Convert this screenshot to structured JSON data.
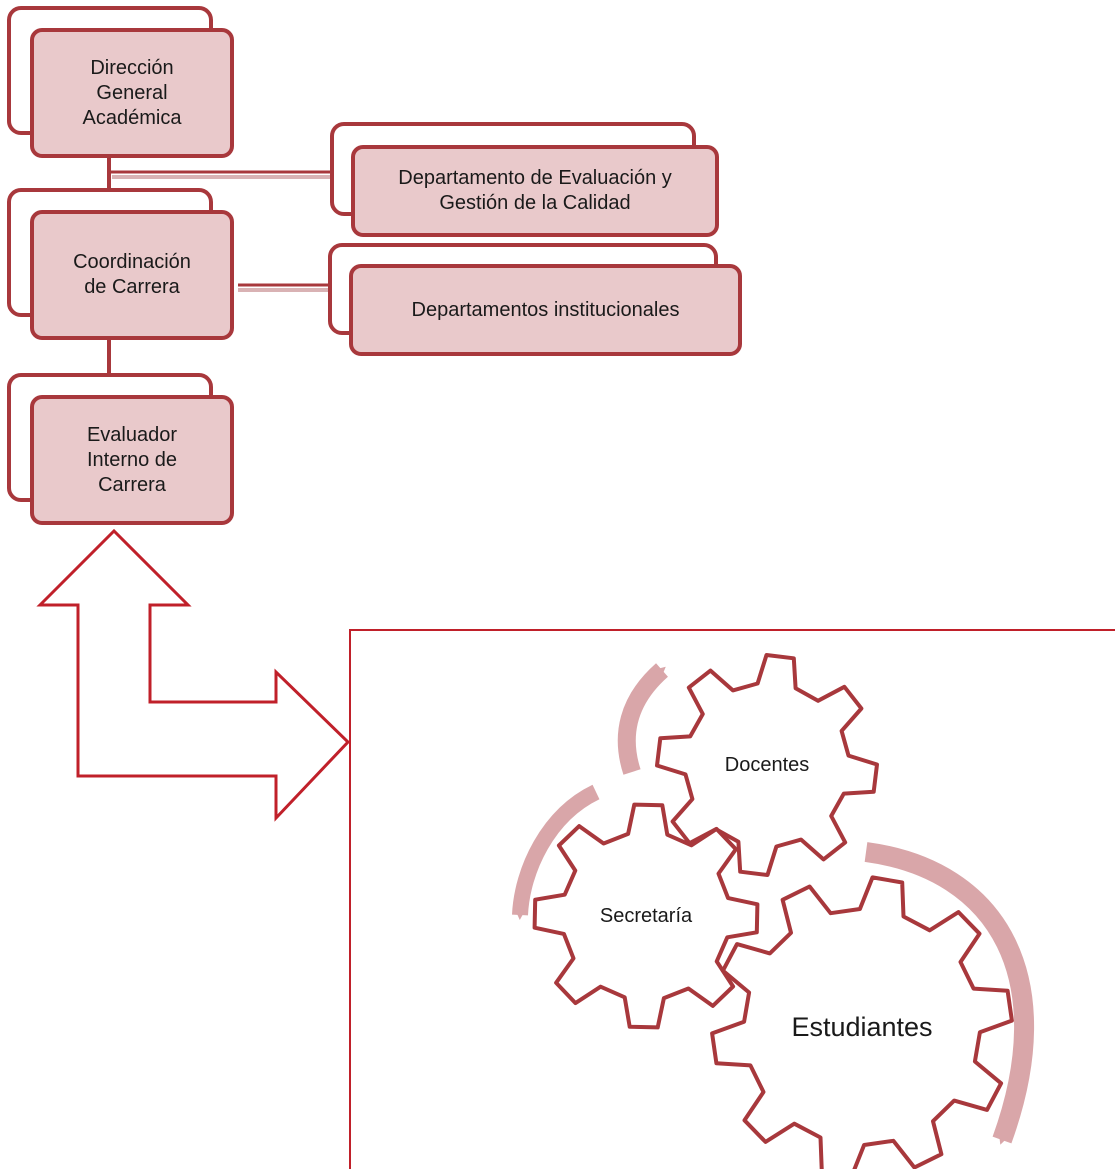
{
  "colors": {
    "box_fill": "#e9c9cb",
    "box_border": "#a8383c",
    "connector": "#a8383c",
    "connector_shadow": "#d9b2b4",
    "frame": "#c0202a",
    "arrow": "#c0202a",
    "gear_border": "#a8383c",
    "cycle_arrow": "#d9a6a9"
  },
  "hierarchy": {
    "direccion": "Dirección\nGeneral\nAcadémica",
    "coordinacion": "Coordinación\nde Carrera",
    "evaluador": "Evaluador\nInterno de\nCarrera"
  },
  "side_boxes": {
    "evaluacion": "Departamento de Evaluación y\nGestión  de la Calidad",
    "institucionales": "Departamentos institucionales"
  },
  "gears": {
    "docentes": "Docentes",
    "secretaria": "Secretaría",
    "estudiantes": "Estudiantes"
  }
}
